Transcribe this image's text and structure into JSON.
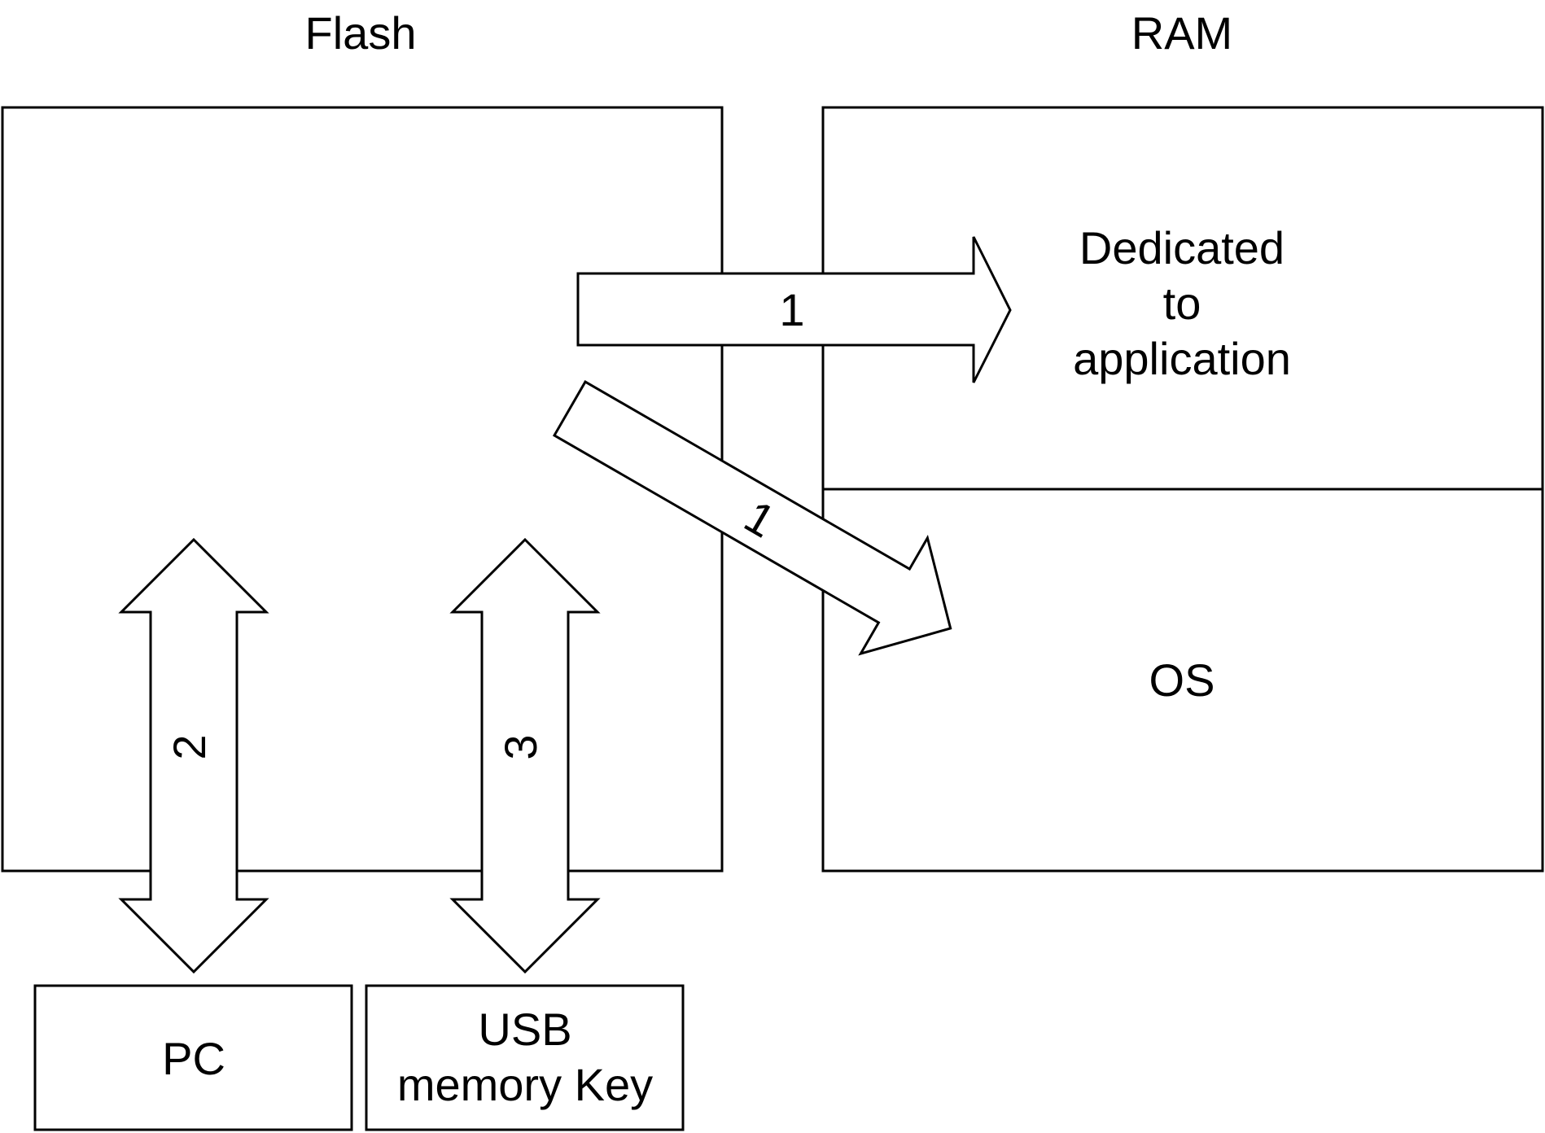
{
  "labels": {
    "flash": "Flash",
    "ram": "RAM",
    "dedicated_line1": "Dedicated",
    "dedicated_line2": "to",
    "dedicated_line3": "application",
    "os": "OS",
    "pc": "PC",
    "usb_line1": "USB",
    "usb_line2": "memory Key"
  },
  "arrows": {
    "to_application": "1",
    "to_os": "1",
    "pc_link": "2",
    "usb_link": "3"
  },
  "colors": {
    "stroke": "#000000",
    "fill": "#ffffff"
  }
}
